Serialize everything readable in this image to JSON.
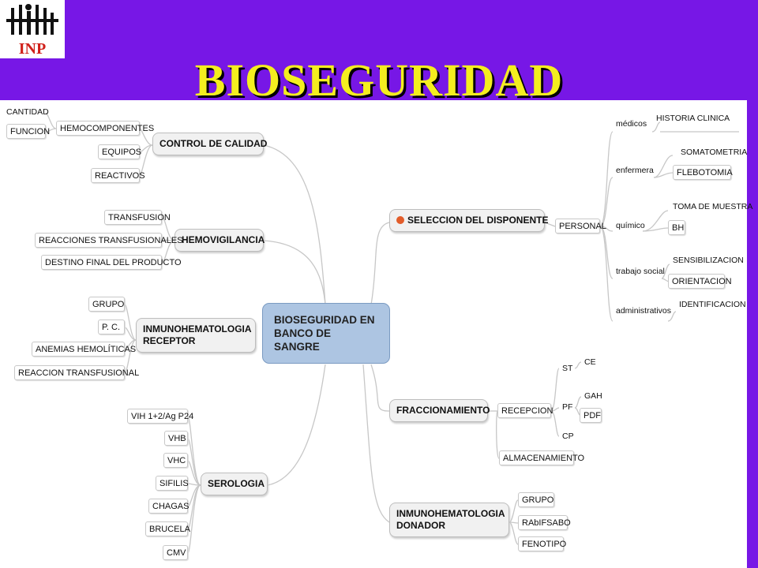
{
  "slide": {
    "title": "BIOSEGURIDAD",
    "logo_text": "INP",
    "accent": "#f4ee1f",
    "background": "#7717e6"
  },
  "center": {
    "line1": "BIOSEGURIDAD EN",
    "line2": "BANCO DE SANGRE"
  },
  "control": {
    "label": "CONTROL DE CALIDAD",
    "hemocomponentes": "HEMOCOMPONENTES",
    "cantidad": "CANTIDAD",
    "funcion": "FUNCION",
    "equipos": "EQUIPOS",
    "reactivos": "REACTIVOS"
  },
  "hemovigilancia": {
    "label": "HEMOVIGILANCIA",
    "items": [
      "TRANSFUSION",
      "REACCIONES TRANSFUSIONALES",
      "DESTINO FINAL DEL PRODUCTO"
    ]
  },
  "inmuno_receptor": {
    "line1": "INMUNOHEMATOLOGIA",
    "line2": "RECEPTOR",
    "items": [
      "GRUPO",
      "P. C.",
      "ANEMIAS HEMOLÍTICAS",
      "REACCION TRANSFUSIONAL"
    ]
  },
  "serologia": {
    "label": "SEROLOGIA",
    "items": [
      "VIH 1+2/Ag P24",
      "VHB",
      "VHC",
      "SIFILIS",
      "CHAGAS",
      "BRUCELA",
      "CMV"
    ]
  },
  "seleccion": {
    "label": "SELECCION DEL DISPONENTE",
    "personal": "PERSONAL",
    "medicos": "médicos",
    "historia": "HISTORIA CLINICA",
    "enfermera": "enfermera",
    "somatometria": "SOMATOMETRIA",
    "flebotomia": "FLEBOTOMIA",
    "quimico": "químico",
    "toma": "TOMA DE MUESTRA",
    "bh": "BH",
    "trabajo": "trabajo social",
    "sensibilizacion": "SENSIBILIZACION",
    "orientacion": "ORIENTACION",
    "administrativos": "administrativos",
    "identificacion": "IDENTIFICACION"
  },
  "fraccionamiento": {
    "label": "FRACCIONAMIENTO",
    "recepcion": "RECEPCION",
    "st": "ST",
    "ce": "CE",
    "pf": "PF",
    "gah": "GAH",
    "pdf": "PDF",
    "cp": "CP",
    "almacenamiento": "ALMACENAMIENTO"
  },
  "inmuno_donador": {
    "line1": "INMUNOHEMATOLOGIA",
    "line2": "DONADOR",
    "items": [
      "GRUPO",
      "RAbIFSABO",
      "FENOTIPO"
    ]
  }
}
